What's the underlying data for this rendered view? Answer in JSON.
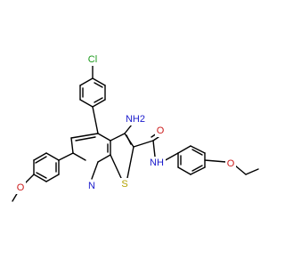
{
  "atom_labels": {
    "cl": "Cl",
    "nh2": "NH2",
    "o_amide": "O",
    "nh": "NH",
    "n_ring": "N",
    "s_ring": "S",
    "o_ethoxy": "O",
    "o_methoxy": "O"
  },
  "colors": {
    "bond": "#000000",
    "carbon": "#000000",
    "chlorine": "#1a9a1a",
    "nitrogen": "#1a1acc",
    "oxygen": "#cc1a1a",
    "sulfur": "#b3a300"
  }
}
